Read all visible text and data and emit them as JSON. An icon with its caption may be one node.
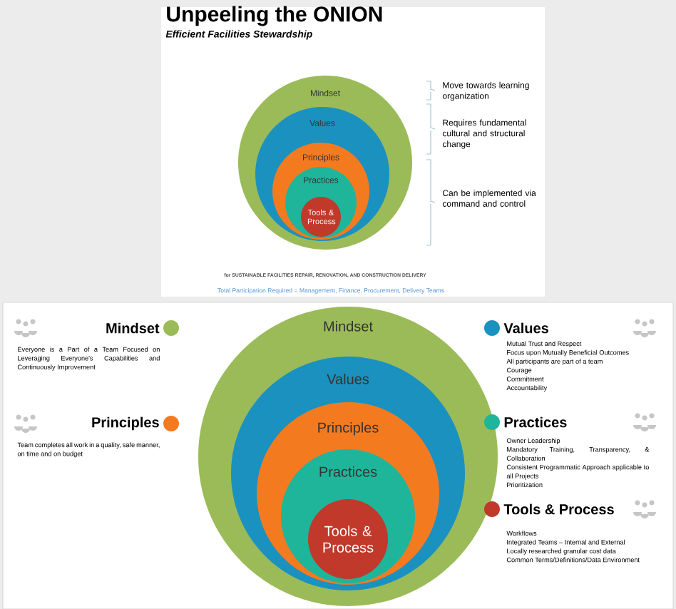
{
  "diagram": {
    "title": "Unpeeling the ONION",
    "caption": "Efficient Facilities Stewardship",
    "nodes": [
      {
        "text": [
          "Mindset"
        ]
      },
      {
        "text": [
          "Values"
        ],
        "in": 0
      },
      {
        "text": [
          "Principles"
        ],
        "in": 1
      },
      {
        "text": [
          "Practices"
        ],
        "in": 2
      },
      {
        "text": [
          "Tools & Process"
        ],
        "in": 3
      },
      {
        "text": [
          "Mindset"
        ]
      },
      {
        "text": [
          "Values"
        ],
        "in": 5
      },
      {
        "text": [
          "Principles"
        ],
        "in": 6
      },
      {
        "text": [
          "Practices"
        ],
        "in": 7
      },
      {
        "text": [
          "Tools & Process"
        ],
        "in": 8
      }
    ],
    "labels": [
      "Move towards learning organization",
      "Requires fundamental cultural and structural change",
      "Can be implemented via command and control",
      "for SUSTAINABLE FACILITIES REPAIR, RENOVATION, AND CONSTRUCTION DELIVERY",
      "Total Participation Required = Management, Finance, Procurement, Delivery Teams",
      "Everyone is a Part of a Team Focused on Leveraging Everyone's Capabilities and Continuously Improvement",
      "Mutual Trust and Respect",
      "Focus upon Mutually Beneficial Outcomes",
      "All participants are part of a team",
      "Courage",
      "Commitment",
      "Accountability",
      "Team completes all work in a quality, safe manner, on time and on budget",
      "Owner Leadership",
      "Mandatory Training, Transparency, & Collaboration",
      "Consistent Programmatic Approach applicable to all Projects",
      "Prioritization",
      "Workflows",
      "Integrated Teams – Internal and External",
      "Locally researched granular cost data",
      "Common Terms/Definitions/Data Environment"
    ],
    "legend": [
      {
        "text": "Mindset",
        "color": "#9bbb59"
      },
      {
        "text": "Values",
        "color": "#1b91c0"
      },
      {
        "text": "Principles",
        "color": "#f47a20"
      },
      {
        "text": "Practices",
        "color": "#1fb59a"
      },
      {
        "text": "Tools & Process",
        "color": "#c0392b"
      }
    ]
  }
}
